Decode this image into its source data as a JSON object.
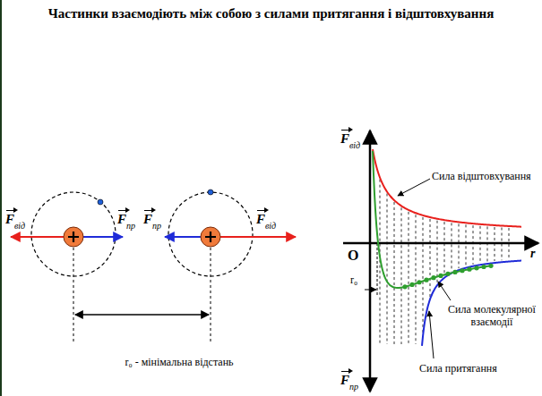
{
  "diagram": {
    "title": "Частинки взаємодіють між собою з силами притягання і відштовхування",
    "labels": [
      "F",
      "від",
      "F",
      "пр",
      "F",
      "пр",
      "F",
      "від",
      "r₀ - мінімальна відстань",
      "F",
      "від",
      "O",
      "r",
      "r₀",
      "Сила відштовхування",
      "Сила молекулярної взаємодії",
      "F",
      "пр",
      "Сила притягання"
    ]
  }
}
